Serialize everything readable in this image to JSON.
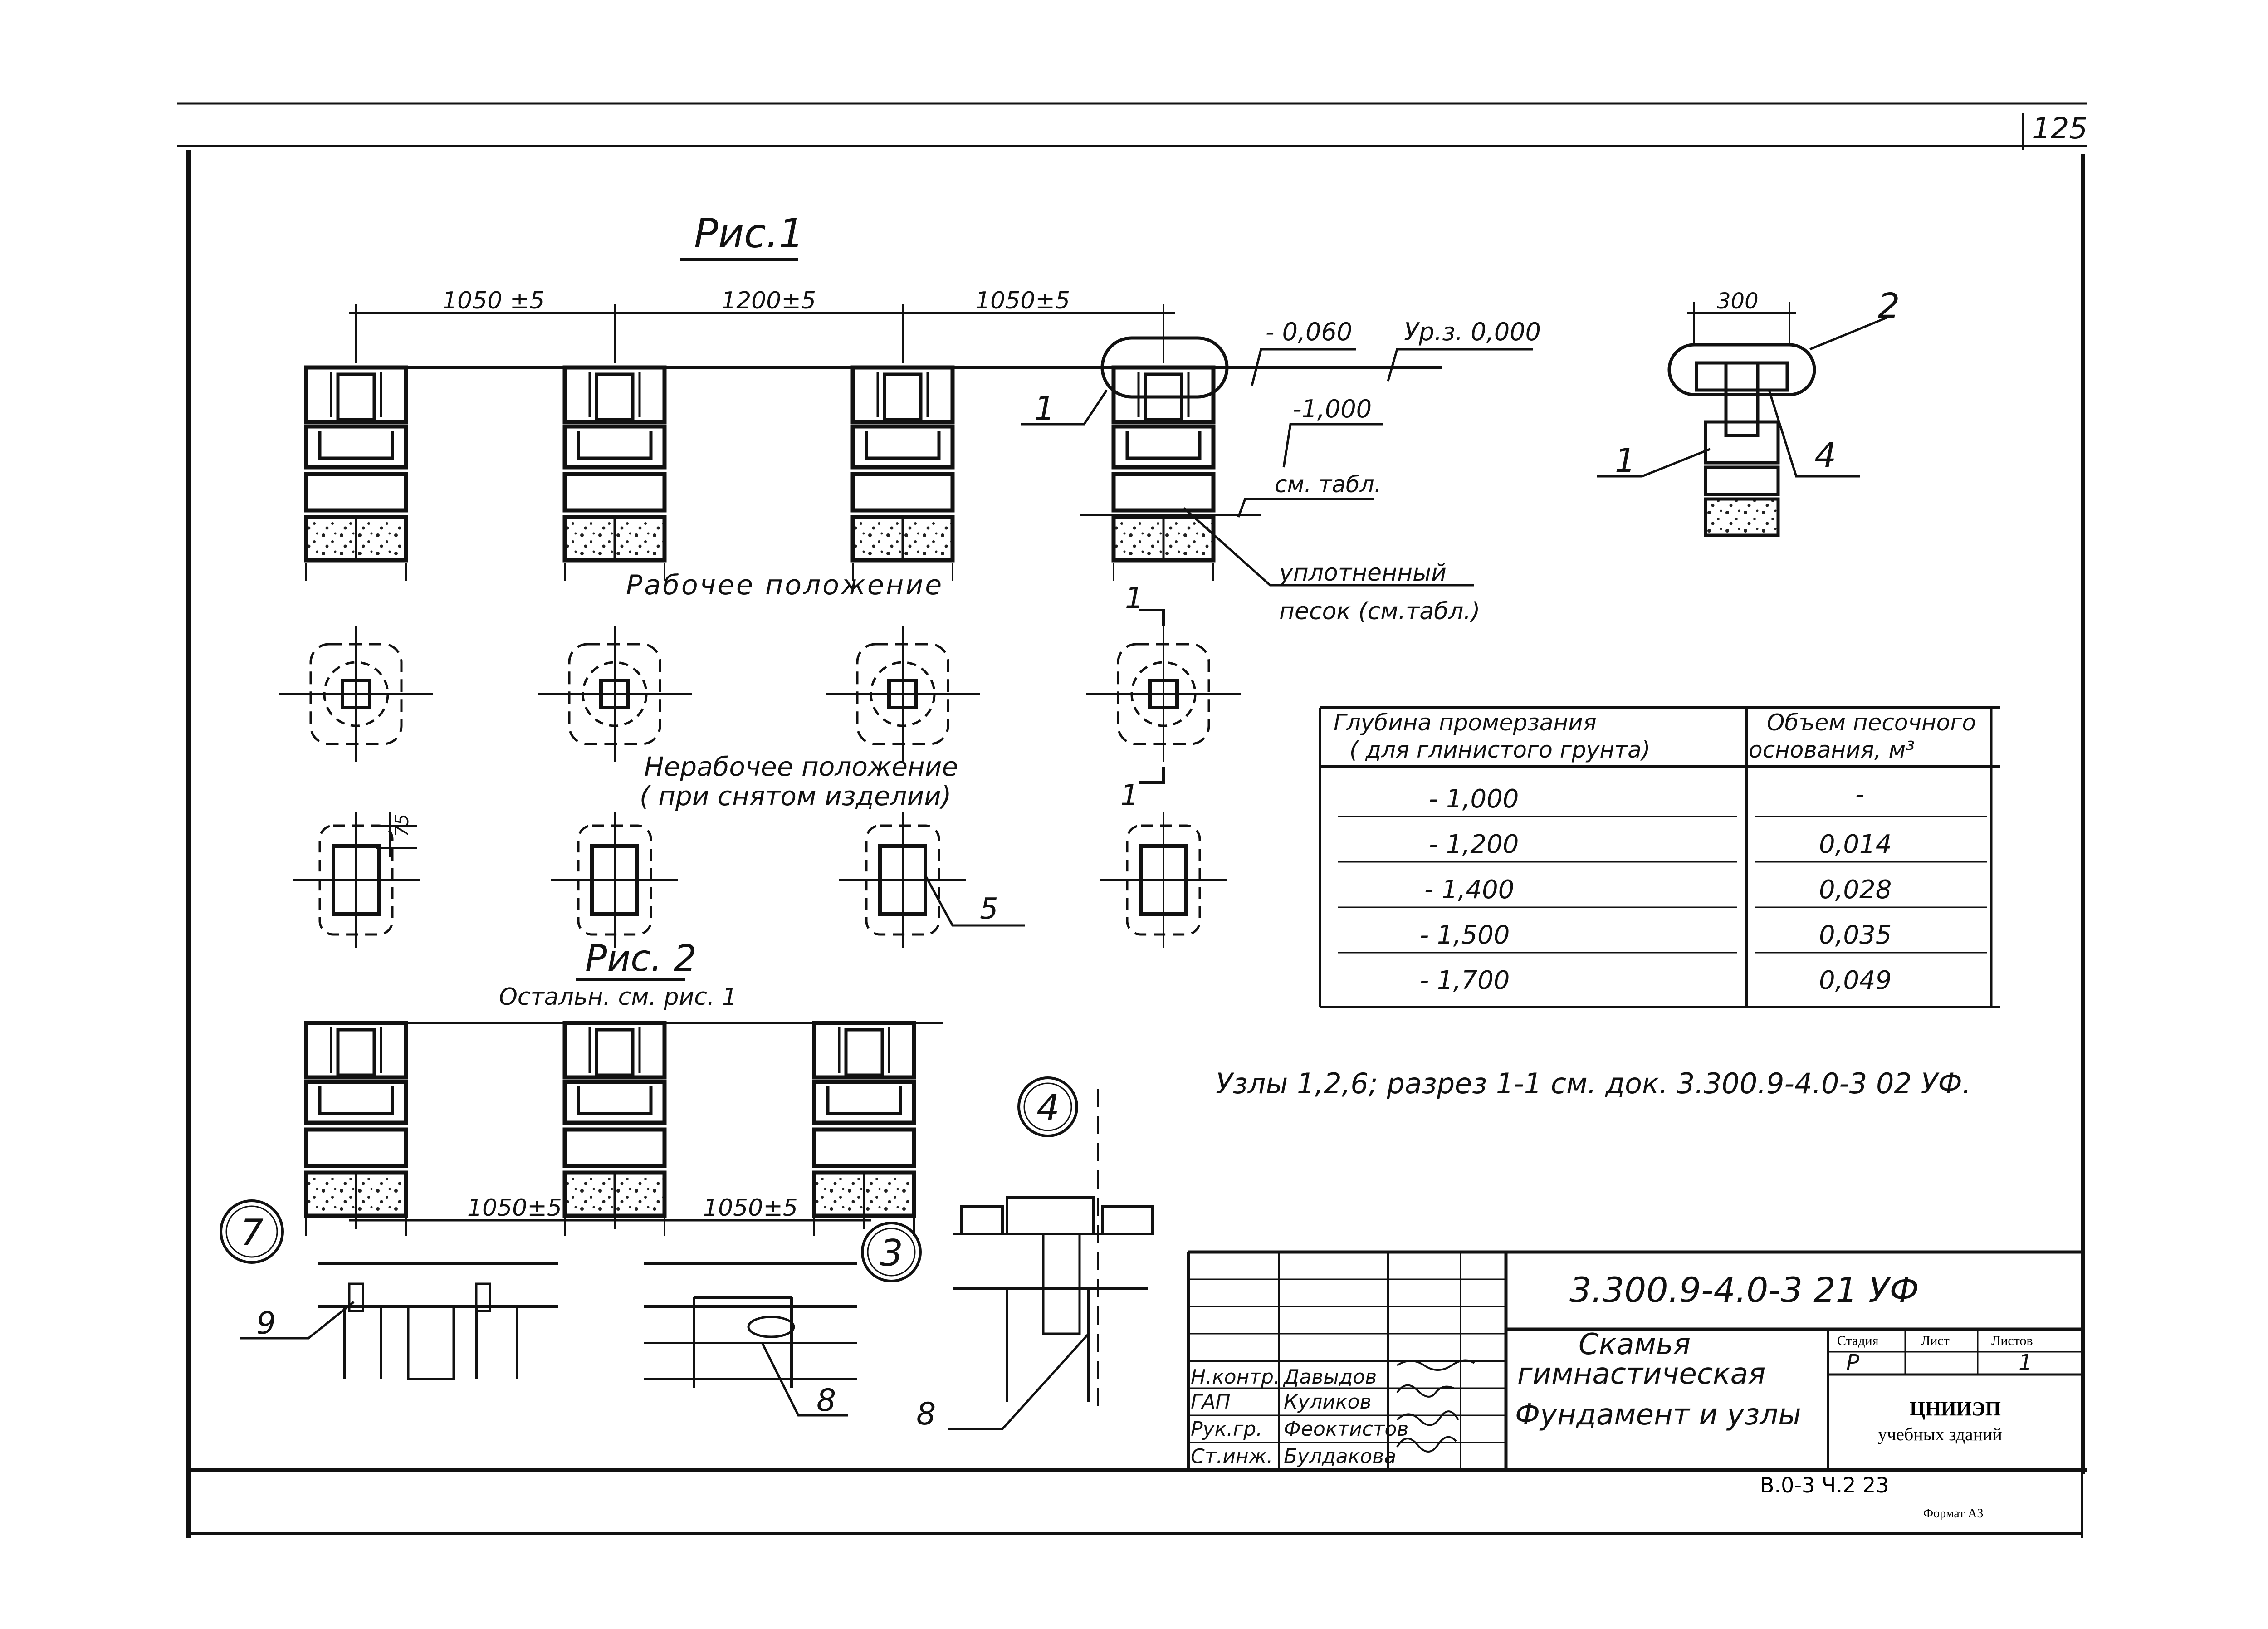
{
  "sheet_number": "125",
  "fig1": {
    "title": "Рис.1",
    "dims": [
      "1050 ±5",
      "1200±5",
      "1050±5"
    ],
    "dim_300": "300",
    "level_0060": "- 0,060",
    "level_ur": "Ур.з. 0,000",
    "level_1000": "-1,000",
    "level_table": "см. табл.",
    "sand_line1": "уплотненный",
    "sand_line2": "песок (см.табл.)",
    "callout_1a": "1",
    "callout_1b": "1",
    "callout_2": "2",
    "callout_4": "4",
    "working_position": "Рабочее положение",
    "nonworking_line1": "Нерабочее положение",
    "nonworking_line2": "( при снятом изделии)",
    "dim_75": "75",
    "callout_5": "5",
    "section_mark_top": "1",
    "section_mark_bottom": "1"
  },
  "table": {
    "header_left_1": "Глубина промерзания",
    "header_left_2": "( для глинистого грунта)",
    "header_right_1": "Объем песочного",
    "header_right_2": "основания, м³",
    "rows": [
      {
        "depth": "- 1,000",
        "volume": "-"
      },
      {
        "depth": "- 1,200",
        "volume": "0,014"
      },
      {
        "depth": "- 1,400",
        "volume": "0,028"
      },
      {
        "depth": "- 1,500",
        "volume": "0,035"
      },
      {
        "depth": "- 1,700",
        "volume": "0,049"
      }
    ]
  },
  "fig2": {
    "title": "Рис. 2",
    "subtitle": "Остальн. см. рис. 1",
    "dims": [
      "1050±5",
      "1050±5"
    ],
    "node_note": "Узлы 1,2,6; разрез 1-1 см. док. 3.300.9-4.0-3 02 УФ."
  },
  "nodes": {
    "n7": "7",
    "n3": "3",
    "n4": "4",
    "c9": "9",
    "c8a": "8",
    "c8b": "8"
  },
  "title_block": {
    "doc_code": "3.300.9-4.0-3  21 УФ",
    "name_line1": "Скамья",
    "name_line2": "гимнастическая",
    "name_line3": "Фундамент и узлы",
    "col_stage": "Стадия",
    "col_sheet": "Лист",
    "col_sheets": "Листов",
    "stage": "Р",
    "sheets": "1",
    "org1": "ЦНИИЭП",
    "org2": "учебных зданий",
    "roles": [
      "Н.контр.",
      "ГАП",
      "Рук.гр.",
      "Ст.инж."
    ],
    "names": [
      "Давыдов",
      "Куликов",
      "Феоктистов",
      "Булдакова"
    ]
  },
  "footer": {
    "series": "В.0-3  Ч.2   23",
    "format": "Формат А3"
  }
}
